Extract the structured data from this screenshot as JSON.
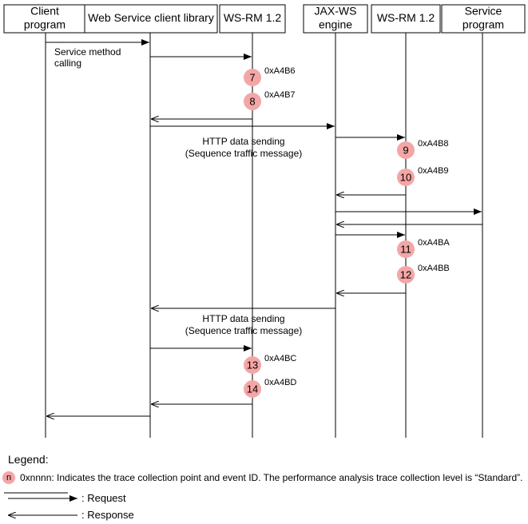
{
  "participants": [
    {
      "id": "client",
      "lines": [
        "Client",
        "program"
      ]
    },
    {
      "id": "wslib",
      "lines": [
        "Web Service client library"
      ]
    },
    {
      "id": "wsrm1",
      "lines": [
        "WS-RM 1.2"
      ]
    },
    {
      "id": "jaxws",
      "lines": [
        "JAX-WS",
        "engine"
      ]
    },
    {
      "id": "wsrm2",
      "lines": [
        "WS-RM 1.2"
      ]
    },
    {
      "id": "service",
      "lines": [
        "Service",
        "program"
      ]
    }
  ],
  "messages": [
    {
      "from": "client",
      "to": "wslib",
      "kind": "request"
    },
    {
      "from": "wslib",
      "to": "wsrm1",
      "kind": "request"
    },
    {
      "from": "wsrm1",
      "to": "wslib",
      "kind": "response"
    },
    {
      "from": "wslib",
      "to": "jaxws",
      "kind": "request"
    },
    {
      "from": "jaxws",
      "to": "wsrm2",
      "kind": "request"
    },
    {
      "from": "wsrm2",
      "to": "jaxws",
      "kind": "response"
    },
    {
      "from": "jaxws",
      "to": "service",
      "kind": "request"
    },
    {
      "from": "service",
      "to": "jaxws",
      "kind": "response"
    },
    {
      "from": "jaxws",
      "to": "wsrm2",
      "kind": "request"
    },
    {
      "from": "wsrm2",
      "to": "jaxws",
      "kind": "response"
    },
    {
      "from": "jaxws",
      "to": "wslib",
      "kind": "response"
    },
    {
      "from": "wslib",
      "to": "wsrm1",
      "kind": "request"
    },
    {
      "from": "wsrm1",
      "to": "wslib",
      "kind": "response"
    },
    {
      "from": "wslib",
      "to": "client",
      "kind": "response"
    }
  ],
  "annotations": [
    {
      "lines": [
        "Service method",
        "calling"
      ]
    },
    {
      "lines": [
        "HTTP data sending",
        "(Sequence traffic message)"
      ]
    },
    {
      "lines": [
        "HTTP data sending",
        "(Sequence traffic message)"
      ]
    }
  ],
  "events": [
    {
      "num": "7",
      "code": "0xA4B6"
    },
    {
      "num": "8",
      "code": "0xA4B7"
    },
    {
      "num": "9",
      "code": "0xA4B8"
    },
    {
      "num": "10",
      "code": "0xA4B9"
    },
    {
      "num": "11",
      "code": "0xA4BA"
    },
    {
      "num": "12",
      "code": "0xA4BB"
    },
    {
      "num": "13",
      "code": "0xA4BC"
    },
    {
      "num": "14",
      "code": "0xA4BD"
    }
  ],
  "legend": {
    "title": "Legend:",
    "marker_symbol": "n",
    "marker_code": "0xnnnn",
    "marker_text": ": Indicates the trace collection point and event ID. The performance analysis trace collection level is “Standard”.",
    "request_label": ": Request",
    "response_label": ": Response"
  },
  "colors": {
    "event_marker": "#f4a6a6",
    "line": "#000000"
  }
}
